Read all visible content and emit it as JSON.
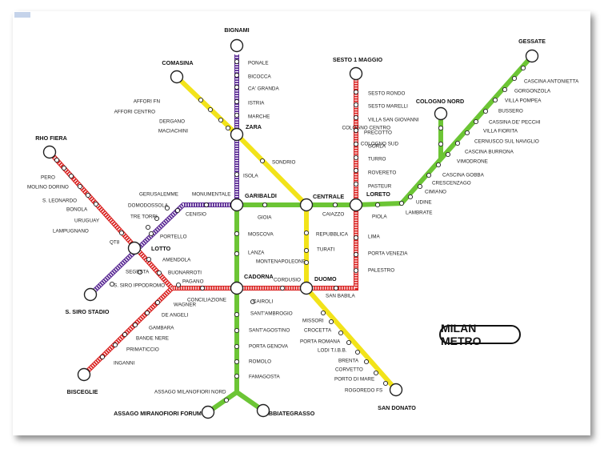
{
  "title": "MILAN METRO",
  "colors": {
    "red_line": "#d9201f",
    "green_line": "#6cc535",
    "yellow_line": "#f2e31a",
    "purple_line": "#5a2a94"
  },
  "terminals": [
    {
      "id": "bignami",
      "label": "BIGNAMI"
    },
    {
      "id": "comasina",
      "label": "COMASINA"
    },
    {
      "id": "sesto",
      "label": "SESTO 1 MAGGIO"
    },
    {
      "id": "gessate",
      "label": "GESSATE"
    },
    {
      "id": "cologno",
      "label": "COLOGNO NORD"
    },
    {
      "id": "rho",
      "label": "RHO FIERA"
    },
    {
      "id": "siro",
      "label": "S. SIRO STADIO"
    },
    {
      "id": "bisceglie",
      "label": "BISCEGLIE"
    },
    {
      "id": "assago",
      "label": "ASSAGO MIRANOFIORI FORUM"
    },
    {
      "id": "abbiategrasso",
      "label": "ABBIATEGRASSO"
    },
    {
      "id": "sandonato",
      "label": "SAN DONATO"
    }
  ],
  "interchanges": [
    {
      "id": "zara",
      "label": "ZARA"
    },
    {
      "id": "garibaldi",
      "label": "GARIBALDI"
    },
    {
      "id": "centrale",
      "label": "CENTRALE"
    },
    {
      "id": "loreto",
      "label": "LORETO"
    },
    {
      "id": "lotto",
      "label": "LOTTO"
    },
    {
      "id": "cadorna",
      "label": "CADORNA"
    },
    {
      "id": "duomo",
      "label": "DUOMO"
    }
  ],
  "stations": [
    "PONALE",
    "BICOCCA",
    "CA' GRANDA",
    "ISTRIA",
    "MARCHE",
    "ISOLA",
    "AFFORI FN",
    "AFFORI CENTRO",
    "DERGANO",
    "MACIACHINI",
    "SONDRIO",
    "SESTO RONDO",
    "SESTO MARELLI",
    "VILLA SAN GIOVANNI",
    "PRECOTTO",
    "GORLA",
    "TURRO",
    "ROVERETO",
    "PASTEUR",
    "CASCINA ANTONIETTA",
    "GORGONZOLA",
    "VILLA POMPEA",
    "BUSSERO",
    "CASSINA DE' PECCHI",
    "VILLA FIORITA",
    "CERNUSCO SUL NAVIGLIO",
    "CASCINA BURRONA",
    "VIMODRONE",
    "CASCINA GOBBA",
    "CRESCENZAGO",
    "CIMIANO",
    "UDINE",
    "LAMBRATE",
    "COLOGNO CENTRO",
    "COLOGNO SUD",
    "PERO",
    "MOLINO DORINO",
    "S. LEONARDO",
    "BONOLA",
    "URUGUAY",
    "LAMPUGNANO",
    "QT8",
    "GERUSALEMME",
    "MONUMENTALE",
    "DOMODOSSOLA",
    "TRE TORRI",
    "CENISIO",
    "PORTELLO",
    "AMENDOLA",
    "SEGESTA",
    "BUONARROTI",
    "S. SIRO IPPODROMO",
    "PAGANO",
    "WAGNER",
    "DE ANGELI",
    "GAMBARA",
    "BANDE NERE",
    "PRIMATICCIO",
    "INGANNI",
    "GIOIA",
    "CAIAZZO",
    "PIOLA",
    "REPUBBLICA",
    "TURATI",
    "MONTENAPOLEONE",
    "MOSCOVA",
    "LANZA",
    "LIMA",
    "PORTA VENEZIA",
    "PALESTRO",
    "CORDUSIO",
    "SAN BABILA",
    "CONCILIAZIONE",
    "CAIROLI",
    "SANT'AMBROGIO",
    "SANT'AGOSTINO",
    "PORTA GENOVA",
    "ROMOLO",
    "FAMAGOSTA",
    "ASSAGO MILANOFIORI NORD",
    "MISSORI",
    "CROCETTA",
    "PORTA ROMANA",
    "LODI T.I.B.B.",
    "BRENTA",
    "CORVETTO",
    "PORTO DI MARE",
    "ROGOREDO FS"
  ]
}
